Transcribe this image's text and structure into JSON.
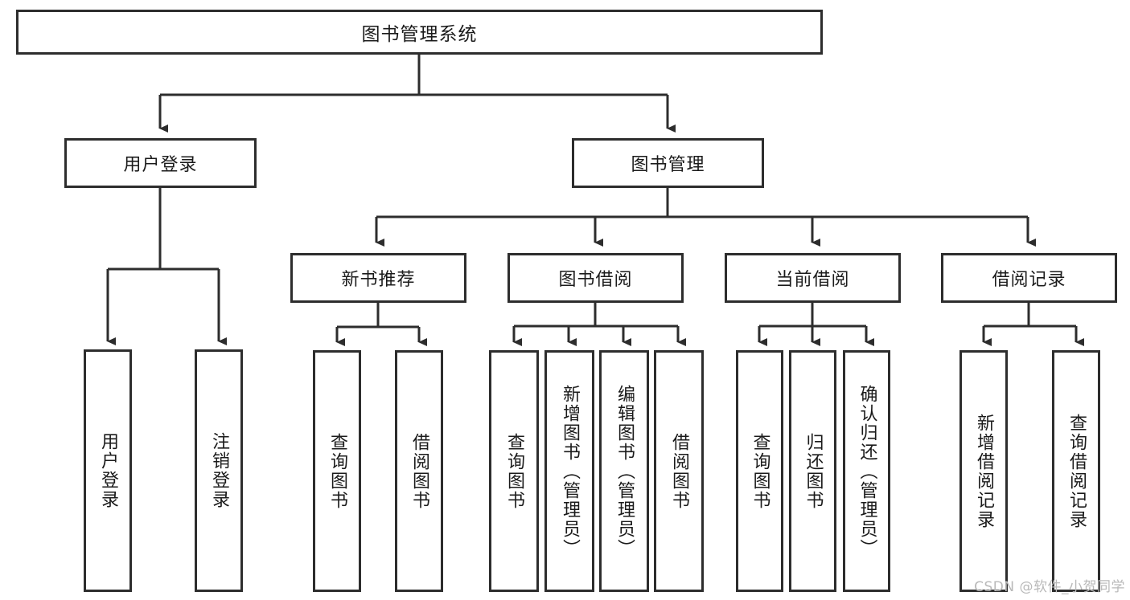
{
  "diagram": {
    "type": "hierarchy-tree",
    "title": "图书管理系统",
    "watermark": "CSDN @软件_小贺同学",
    "colors": {
      "border": "#2d2d2d",
      "background": "#ffffff",
      "text": "#1b1b1b",
      "watermark": "#b9b9b9"
    },
    "levels": {
      "root": {
        "label": "图书管理系统"
      },
      "level2": [
        {
          "label": "用户登录"
        },
        {
          "label": "图书管理"
        }
      ],
      "level3": [
        {
          "label": "新书推荐"
        },
        {
          "label": "图书借阅"
        },
        {
          "label": "当前借阅"
        },
        {
          "label": "借阅记录"
        }
      ],
      "level4": [
        {
          "label": "用户登录",
          "parent": "用户登录"
        },
        {
          "label": "注销登录",
          "parent": "用户登录"
        },
        {
          "label": "查询图书",
          "parent": "新书推荐"
        },
        {
          "label": "借阅图书",
          "parent": "新书推荐"
        },
        {
          "label": "查询图书",
          "parent": "图书借阅"
        },
        {
          "label": "新增图书（管理员）",
          "parent": "图书借阅"
        },
        {
          "label": "编辑图书（管理员）",
          "parent": "图书借阅"
        },
        {
          "label": "借阅图书",
          "parent": "图书借阅"
        },
        {
          "label": "查询图书",
          "parent": "当前借阅"
        },
        {
          "label": "归还图书",
          "parent": "当前借阅"
        },
        {
          "label": "确认归还（管理员）",
          "parent": "当前借阅"
        },
        {
          "label": "新增借阅记录",
          "parent": "借阅记录"
        },
        {
          "label": "查询借阅记录",
          "parent": "借阅记录"
        }
      ]
    }
  }
}
